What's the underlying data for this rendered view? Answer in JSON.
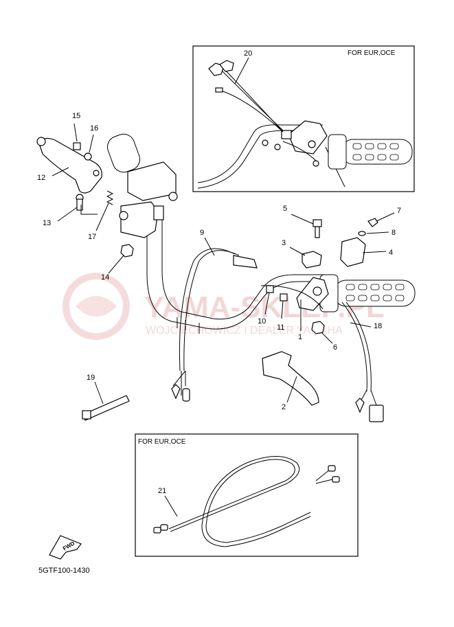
{
  "diagram": {
    "part_code": "5GTF100-1430",
    "fwd_label": "FWD",
    "watermark": {
      "brand": "YAMA-SKLEP.PL",
      "dealer": "WOJCIECHOWICZ I DEALER YAMAHA"
    },
    "insets": [
      {
        "note": "FOR EUR,OCE"
      },
      {
        "note": "FOR EUR,OCE"
      }
    ],
    "callouts": [
      "1",
      "2",
      "3",
      "4",
      "5",
      "6",
      "7",
      "8",
      "9",
      "10",
      "11",
      "12",
      "13",
      "14",
      "15",
      "16",
      "17",
      "18",
      "19",
      "20",
      "21"
    ]
  }
}
